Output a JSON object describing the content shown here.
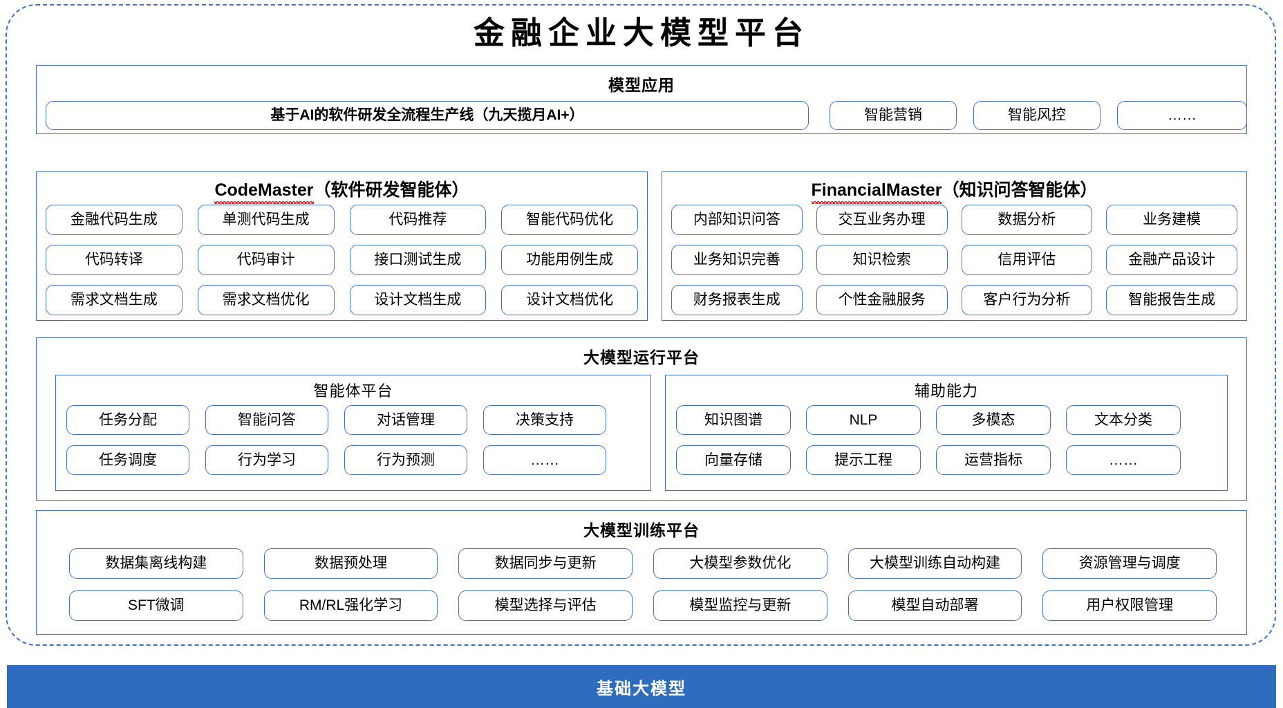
{
  "title": "金融企业大模型平台",
  "colors": {
    "frame_border": "#3F6FC4",
    "pill_border": "#4472C4",
    "footer_bg": "#2E6DBD",
    "spellcheck_underline": "#E02020",
    "text": "#000000"
  },
  "model_application": {
    "title": "模型应用",
    "items": [
      "基于AI的软件研发全流程生产线（九天揽月AI+）",
      "智能营销",
      "智能风控",
      "……"
    ]
  },
  "agents": [
    {
      "name_en": "CodeMaster",
      "name_cn": "（软件研发智能体）",
      "items": [
        "金融代码生成",
        "单测代码生成",
        "代码推荐",
        "智能代码优化",
        "代码转译",
        "代码审计",
        "接口测试生成",
        "功能用例生成",
        "需求文档生成",
        "需求文档优化",
        "设计文档生成",
        "设计文档优化"
      ]
    },
    {
      "name_en": "FinancialMaster",
      "name_cn": "（知识问答智能体）",
      "items": [
        "内部知识问答",
        "交互业务办理",
        "数据分析",
        "业务建模",
        "业务知识完善",
        "知识检索",
        "信用评估",
        "金融产品设计",
        "财务报表生成",
        "个性金融服务",
        "客户行为分析",
        "智能报告生成"
      ]
    }
  ],
  "runtime_platform": {
    "title": "大模型运行平台",
    "panels": [
      {
        "title": "智能体平台",
        "items": [
          "任务分配",
          "智能问答",
          "对话管理",
          "决策支持",
          "任务调度",
          "行为学习",
          "行为预测",
          "……"
        ]
      },
      {
        "title": "辅助能力",
        "items": [
          "知识图谱",
          "NLP",
          "多模态",
          "文本分类",
          "向量存储",
          "提示工程",
          "运营指标",
          "……"
        ]
      }
    ]
  },
  "training_platform": {
    "title": "大模型训练平台",
    "items": [
      "数据集离线构建",
      "数据预处理",
      "数据同步与更新",
      "大模型参数优化",
      "大模型训练自动构建",
      "资源管理与调度",
      "SFT微调",
      "RM/RL强化学习",
      "模型选择与评估",
      "模型监控与更新",
      "模型自动部署",
      "用户权限管理"
    ]
  },
  "footer": {
    "label": "基础大模型"
  }
}
